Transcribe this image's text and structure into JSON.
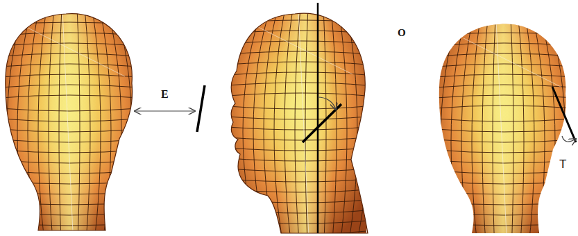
{
  "diagram": {
    "labels": [
      "E",
      "O",
      "T"
    ]
  }
}
